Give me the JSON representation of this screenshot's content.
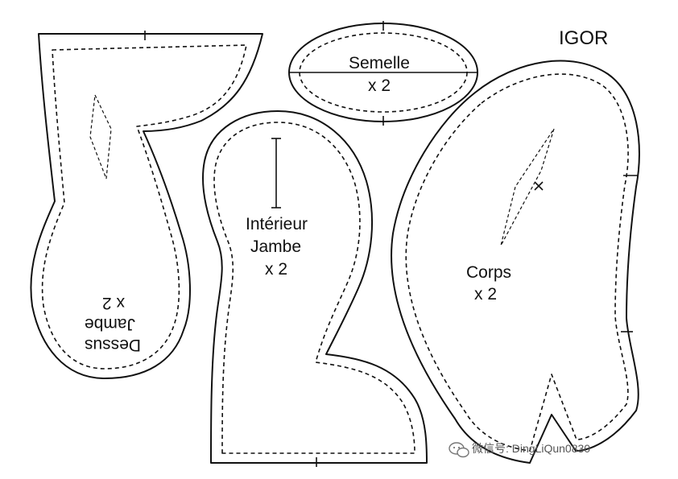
{
  "title": "IGOR",
  "pieces": {
    "dessus_jambe": {
      "name_line1": "Dessus",
      "name_line2": "Jambe",
      "qty": "x  2"
    },
    "semelle": {
      "name": "Semelle",
      "qty": "x  2"
    },
    "interieur_jambe": {
      "name_line1": "Intérieur",
      "name_line2": "Jambe",
      "qty": "x  2"
    },
    "corps": {
      "name": "Corps",
      "qty": "x  2"
    }
  },
  "watermark": {
    "text": "微信号: DingLiQun0830"
  }
}
